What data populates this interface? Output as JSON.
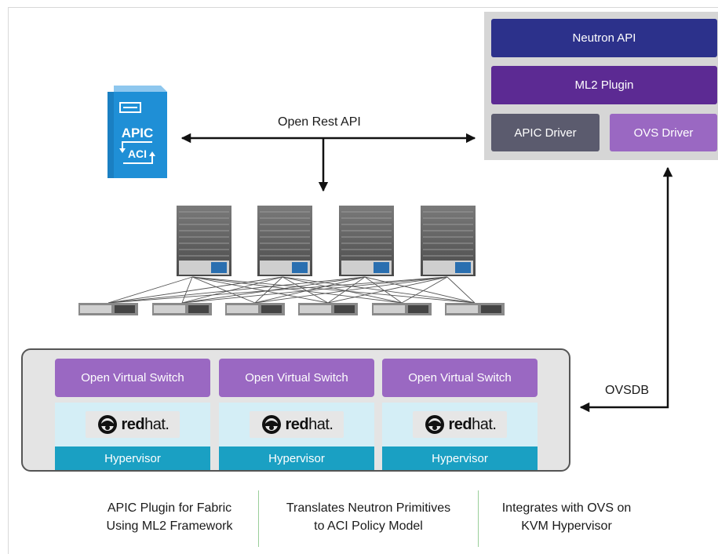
{
  "apic": {
    "line1": "APIC",
    "line2": "ACI"
  },
  "neutron_panel": {
    "neutron_api": "Neutron API",
    "ml2_plugin": "ML2 Plugin",
    "apic_driver": "APIC Driver",
    "ovs_driver": "OVS Driver"
  },
  "connections": {
    "rest_api": "Open Rest API",
    "ovsdb": "OVSDB"
  },
  "hypervisors": [
    {
      "switch": "Open Virtual Switch",
      "os_brand": "red",
      "os_brand_suffix": "hat.",
      "layer": "Hypervisor"
    },
    {
      "switch": "Open Virtual Switch",
      "os_brand": "red",
      "os_brand_suffix": "hat.",
      "layer": "Hypervisor"
    },
    {
      "switch": "Open Virtual Switch",
      "os_brand": "red",
      "os_brand_suffix": "hat.",
      "layer": "Hypervisor"
    }
  ],
  "captions": [
    {
      "line1": "APIC Plugin for Fabric",
      "line2": "Using ML2 Framework"
    },
    {
      "line1": "Translates Neutron Primitives",
      "line2": "to ACI Policy Model"
    },
    {
      "line1": "Integrates with OVS on",
      "line2": "KVM Hypervisor"
    }
  ],
  "colors": {
    "neutron_api": "#2c318b",
    "ml2_plugin": "#5c2a93",
    "apic_driver": "#5b5b6e",
    "ovs": "#9a68c2",
    "hypervisor": "#1aa0c3",
    "apic_icon": "#1f8fd6"
  }
}
